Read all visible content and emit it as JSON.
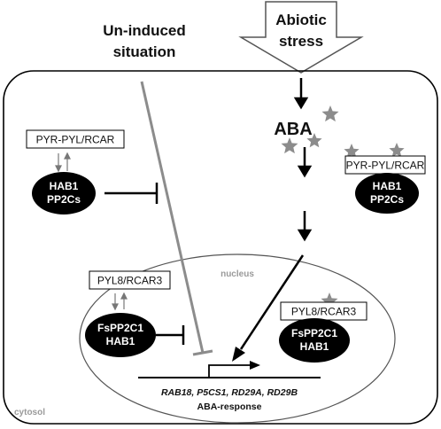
{
  "titles": {
    "uninduced_line1": "Un-induced",
    "uninduced_line2": "situation",
    "abiotic_line1": "Abiotic",
    "abiotic_line2": "stress"
  },
  "compartments": {
    "nucleus": "nucleus",
    "cytosol": "cytosol"
  },
  "left_pathway": {
    "receptor_cytosol": "PYR-PYL/RCAR",
    "phosphatase_cytosol_line1": "HAB1",
    "phosphatase_cytosol_line2": "PP2Cs",
    "receptor_nucleus": "PYL8/RCAR3",
    "phosphatase_nucleus_line1": "FsPP2C1",
    "phosphatase_nucleus_line2": "HAB1"
  },
  "right_pathway": {
    "hormone": "ABA",
    "receptor_cytosol": "PYR-PYL/RCAR",
    "phosphatase_cytosol_line1": "HAB1",
    "phosphatase_cytosol_line2": "PP2Cs",
    "receptor_nucleus": "PYL8/RCAR3",
    "phosphatase_nucleus_line1": "FsPP2C1",
    "phosphatase_nucleus_line2": "HAB1"
  },
  "genes": {
    "list": "RAB18, P5CS1, RD29A, RD29B",
    "response": "ABA-response"
  },
  "colors": {
    "oval_fill": "#000000",
    "star_fill": "#8c8c8c",
    "gray_inhibition": "#8c8c8c",
    "label_gray": "#9a9a9a"
  }
}
